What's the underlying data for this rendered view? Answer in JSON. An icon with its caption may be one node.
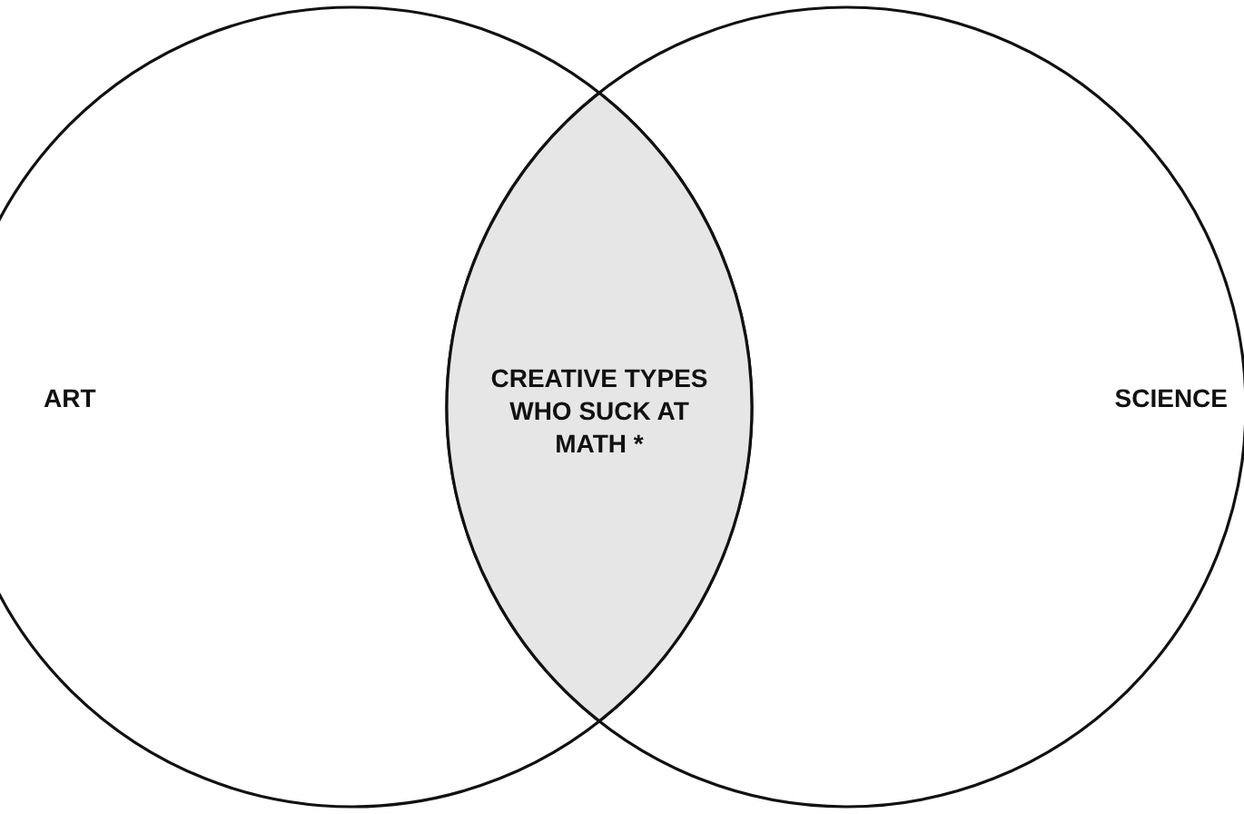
{
  "diagram": {
    "nodes": [
      {
        "text": [
          "ART"
        ]
      },
      {
        "text": [
          "SCIENCE"
        ]
      },
      {
        "text": [
          "CREATIVE TYPES WHO SUCK AT MATH *"
        ]
      }
    ]
  }
}
